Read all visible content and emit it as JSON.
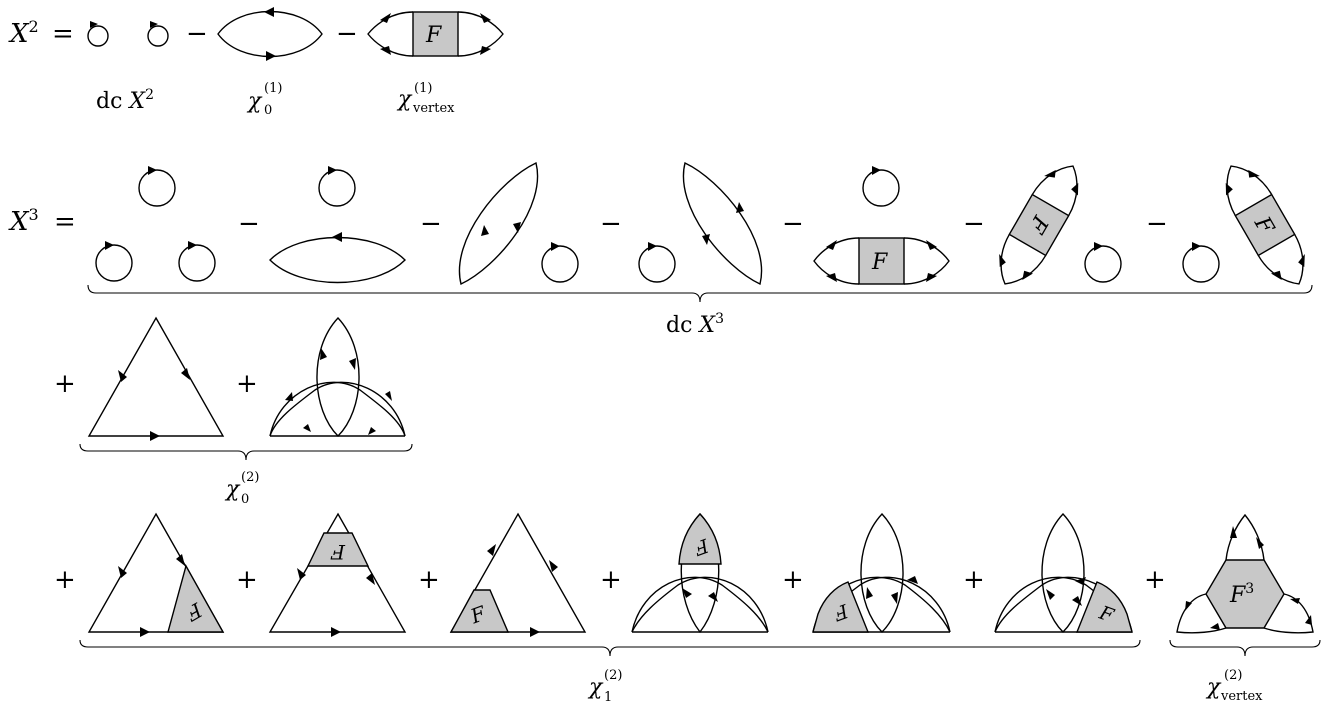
{
  "equation1": {
    "lhs_base": "X",
    "lhs_exp": "2",
    "eq": "=",
    "minus": "−",
    "vertex_letter": "F",
    "labels": {
      "dc": {
        "prefix": "dc",
        "base": "X",
        "exp": "2"
      },
      "chi0": {
        "base": "χ",
        "sub": "0",
        "sup": "(1)"
      },
      "chiv": {
        "base": "χ",
        "sub": "vertex",
        "sup": "(1)"
      }
    }
  },
  "equation2": {
    "lhs_base": "X",
    "lhs_exp": "3",
    "eq": "=",
    "minus": "−",
    "plus": "+",
    "vertex_letter": "F",
    "vertex3_letter": "F",
    "vertex3_exp": "3",
    "braces": {
      "dc": {
        "prefix": "dc",
        "base": "X",
        "exp": "3"
      },
      "chi0": {
        "base": "χ",
        "sub": "0",
        "sup": "(2)"
      },
      "chi1": {
        "base": "χ",
        "sub": "1",
        "sup": "(2)"
      },
      "chiv": {
        "base": "χ",
        "sub": "vertex",
        "sup": "(2)"
      }
    }
  },
  "colors": {
    "line": "#000000",
    "vertex_fill": "#c8c8c8",
    "background": "#ffffff"
  }
}
